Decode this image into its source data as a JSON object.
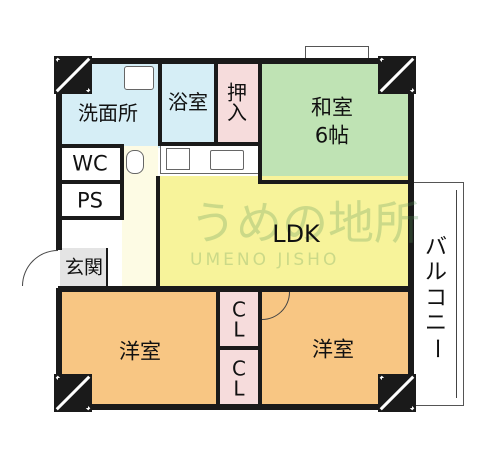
{
  "rooms": {
    "washroom": "洗面所",
    "bath": "浴室",
    "closet_top_chars": [
      "押",
      "入"
    ],
    "washitsu_name": "和室",
    "washitsu_size": "6帖",
    "wc": "WC",
    "ps": "PS",
    "ldk": "LDK",
    "genkan": "玄関",
    "youshitsu_left": "洋室",
    "youshitsu_right": "洋室",
    "cl_upper_chars": [
      "C",
      "L"
    ],
    "cl_lower_chars": [
      "C",
      "L"
    ],
    "balcony_chars": [
      "バ",
      "ル",
      "コ",
      "ニ",
      "ー"
    ]
  },
  "watermark": {
    "name": "うめの地所",
    "romaji": "UMENO JISHO"
  },
  "colors": {
    "wet_area": "#d6eef6",
    "washitsu": "#bfe3b4",
    "ldk": "#f7f39a",
    "youshitsu": "#f8c683",
    "closet": "#f6dcdc",
    "genkan": "#e4e4e4",
    "corridor": "#fdfbe4",
    "wall": "#1a1a1a"
  }
}
